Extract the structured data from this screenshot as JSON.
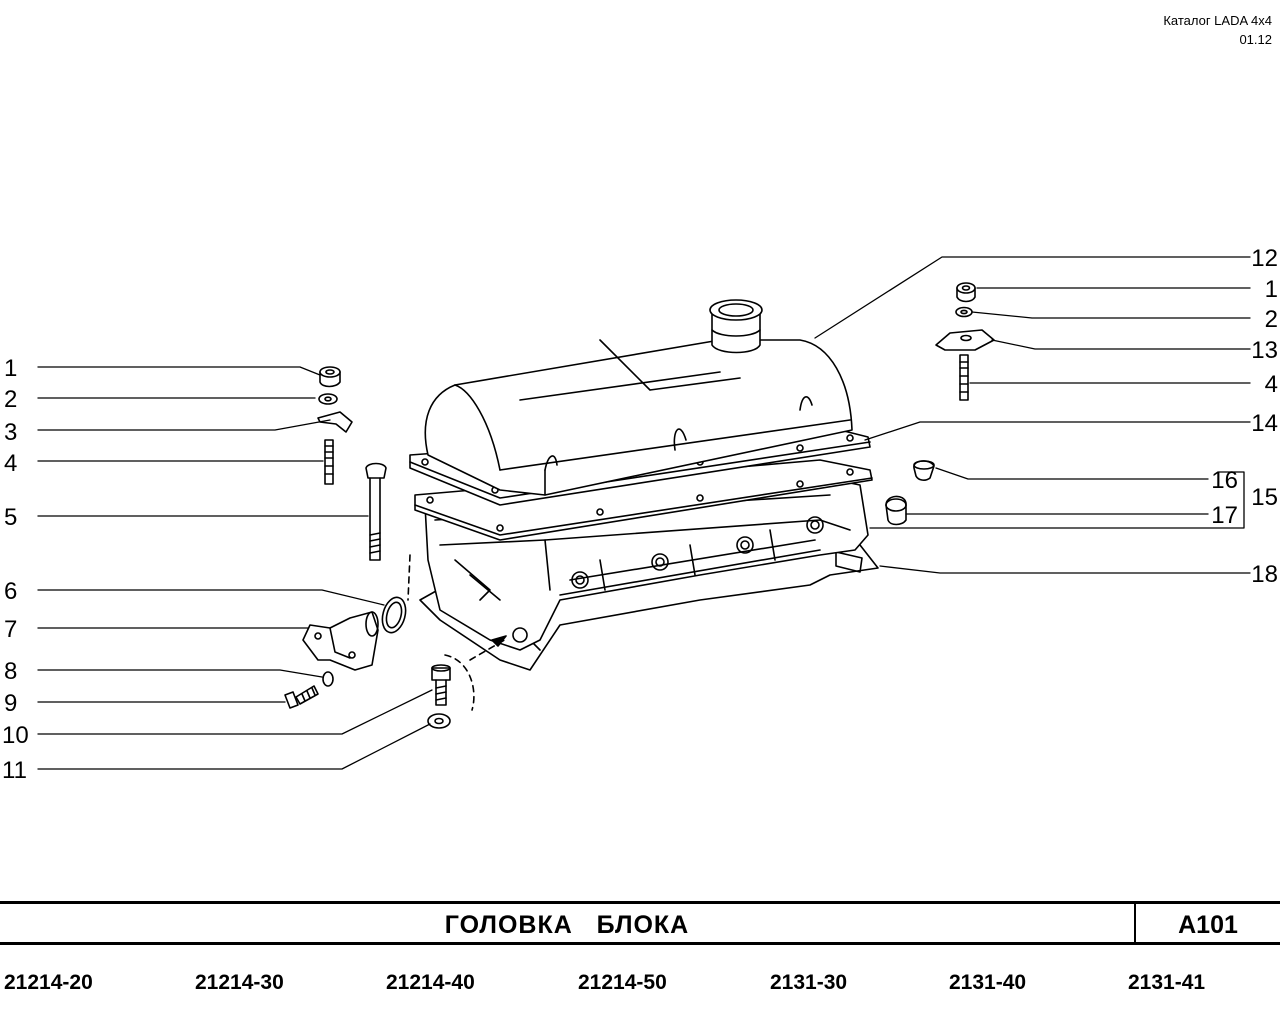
{
  "header": {
    "catalog": "Каталог  LADA  4x4",
    "date": "01.12"
  },
  "title": "ГОЛОВКА   БЛОКА",
  "code": "A101",
  "models": [
    "21214-20",
    "21214-30",
    "21214-40",
    "21214-50",
    "2131-30",
    "2131-40",
    "2131-41"
  ],
  "callouts_left": [
    "1",
    "2",
    "3",
    "4",
    "5",
    "6",
    "7",
    "8",
    "9",
    "10",
    "11"
  ],
  "callouts_right": [
    "12",
    "1",
    "2",
    "13",
    "4",
    "14",
    "16",
    "17",
    "15",
    "18"
  ]
}
